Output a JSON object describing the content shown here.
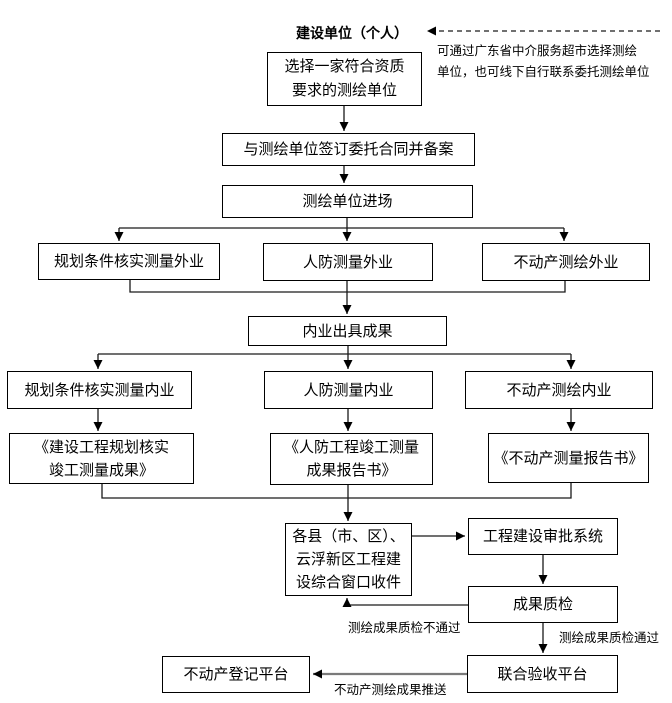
{
  "diagram": {
    "title": "建设单位（个人）",
    "note": "可通过广东省中介服务超市选择测绘\n单位，也可线下自行联系委托测绘单位",
    "nodes": {
      "select": "选择一家符合资质\n要求的测绘单位",
      "contract": "与测绘单位签订委托合同并备案",
      "enter": "测绘单位进场",
      "field_planning": "规划条件核实测量外业",
      "field_civil": "人防测量外业",
      "field_estate": "不动产测绘外业",
      "result": "内业出具成果",
      "office_planning": "规划条件核实测量内业",
      "office_civil": "人防测量内业",
      "office_estate": "不动产测绘内业",
      "doc_planning": "《建设工程规划核实\n竣工测量成果》",
      "doc_civil": "《人防工程竣工测量\n成果报告书》",
      "doc_estate": "《不动产测量报告书》",
      "window": "各县（市、区）、\n云浮新区工程建\n设综合窗口收件",
      "system": "工程建设审批系统",
      "qc": "成果质检",
      "acceptance": "联合验收平台",
      "registry": "不动产登记平台"
    },
    "edge_labels": {
      "fail": "测绘成果质检不通过",
      "pass": "测绘成果质检通过",
      "push": "不动产测绘成果推送"
    },
    "colors": {
      "line": "#1a1a1a",
      "push_arrow": "#7a7a7a",
      "background": "#ffffff",
      "text": "#000000"
    }
  }
}
